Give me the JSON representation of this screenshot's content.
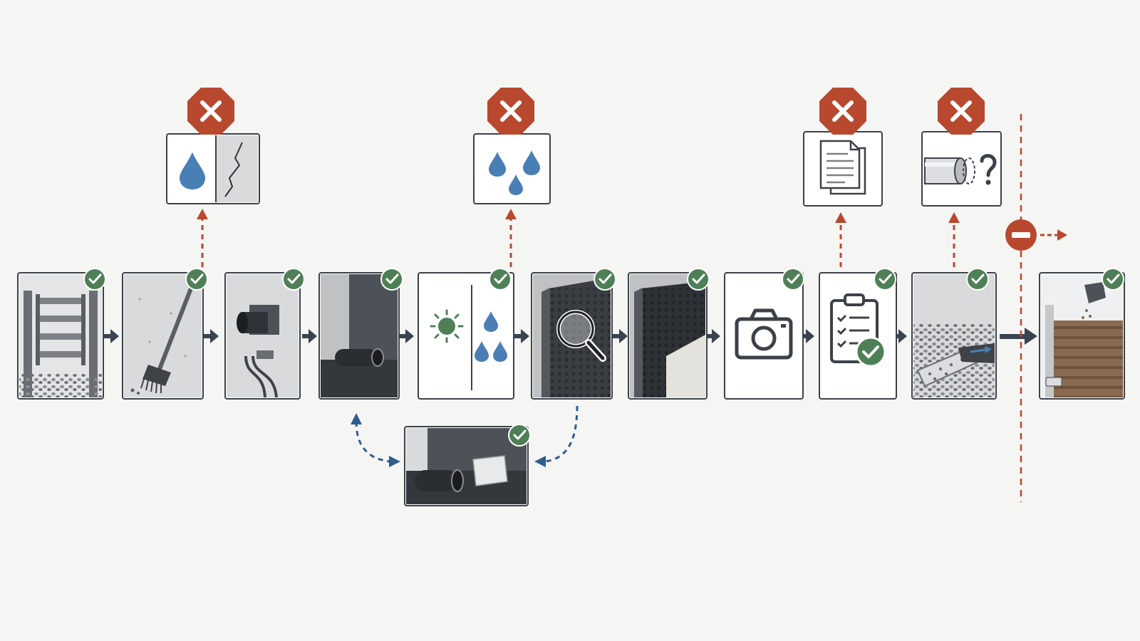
{
  "colors": {
    "background": "#f5f5f4",
    "panel_stroke": "#3c4148",
    "check_badge": "#4f7f56",
    "stop_badge": "#b8492e",
    "water_blue": "#4a7fb5",
    "loop_blue": "#2f5e8c",
    "flow_arrow": "#3a4450",
    "cutoff_line": "#b8492e"
  },
  "steps": [
    {
      "id": "excavation-shoring",
      "icon": "shored-trench-icon",
      "status": "ok"
    },
    {
      "id": "surface-cleaning",
      "icon": "broom-icon",
      "status": "ok"
    },
    {
      "id": "penetration-sleeves",
      "icon": "pipe-sleeve-icon",
      "status": "ok"
    },
    {
      "id": "membrane-application",
      "icon": "membrane-roll-icon",
      "status": "ok"
    },
    {
      "id": "weather-check",
      "icon": "sun-rain-icon",
      "status": "ok"
    },
    {
      "id": "membrane-inspection",
      "icon": "magnifier-icon",
      "status": "ok"
    },
    {
      "id": "drainage-board",
      "icon": "dimple-board-icon",
      "status": "ok"
    },
    {
      "id": "photo-documentation",
      "icon": "camera-icon",
      "status": "ok"
    },
    {
      "id": "checklist-signoff",
      "icon": "clipboard-check-icon",
      "status": "ok"
    },
    {
      "id": "perimeter-drain",
      "icon": "perforated-pipe-icon",
      "status": "ok"
    },
    {
      "id": "backfill",
      "icon": "excavator-bucket-icon",
      "status": "ok"
    }
  ],
  "failure_modes": [
    {
      "attached_to": "surface-cleaning",
      "icon": "water-crack-icon",
      "status": "stop"
    },
    {
      "attached_to": "weather-check",
      "icon": "rain-drops-icon",
      "status": "stop"
    },
    {
      "attached_to": "checklist-signoff",
      "icon": "documents-icon",
      "status": "stop"
    },
    {
      "attached_to": "perimeter-drain",
      "icon": "pipe-question-icon",
      "status": "stop"
    }
  ],
  "repair_loop": {
    "from": "membrane-inspection",
    "to": "membrane-application",
    "icon": "membrane-patch-icon",
    "status": "ok"
  },
  "cutoff": {
    "icon": "no-entry-icon",
    "position": "before-backfill"
  }
}
